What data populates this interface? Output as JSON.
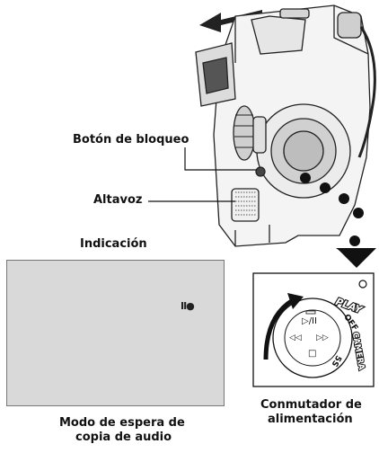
{
  "labels": {
    "lock_button": "Botón de bloqueo",
    "speaker": "Altavoz",
    "indication": "Indicación",
    "indicator_symbol": "II●",
    "standby_caption_line1": "Modo de espera de",
    "standby_caption_line2": "copia de audio",
    "switch_caption_line1": "Conmutador de",
    "switch_caption_line2": "alimentación"
  },
  "switch_dial": {
    "play": "PLAY",
    "off": "OFF",
    "camera": "CAMERA",
    "five_s": "5S",
    "play_pause": "▷/II",
    "rewind": "◁◁",
    "fast_forward": "▷▷",
    "stop": "□"
  },
  "colors": {
    "screen": "#d9d9d9",
    "ink": "#111111"
  }
}
